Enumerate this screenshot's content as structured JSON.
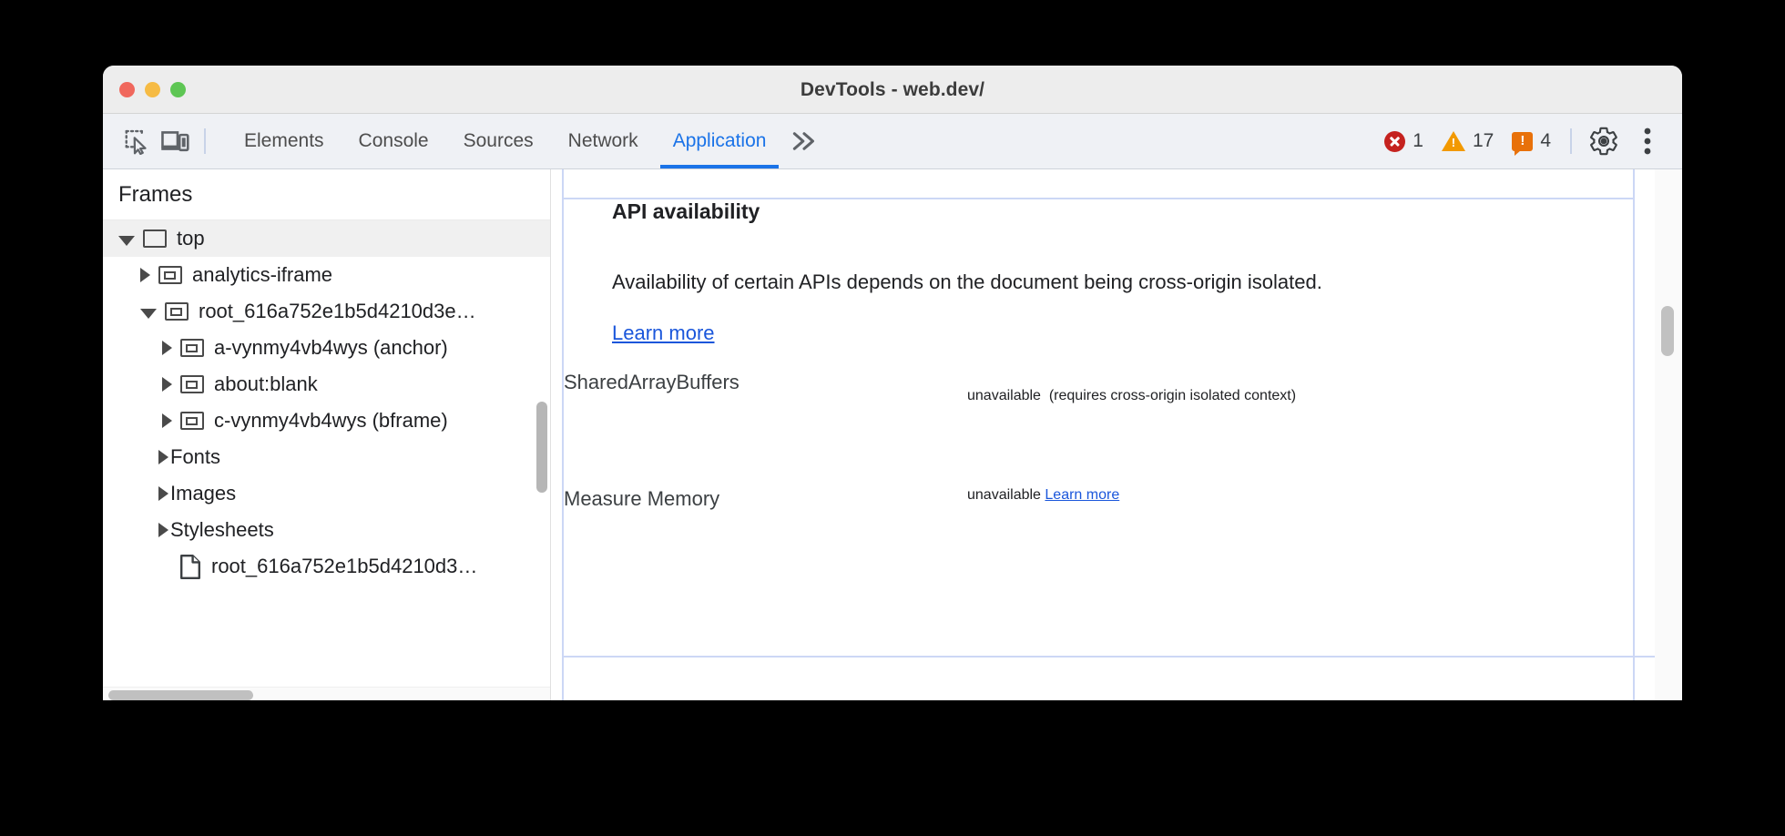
{
  "window": {
    "title": "DevTools - web.dev/",
    "traffic_lights": [
      "close",
      "minimize",
      "zoom"
    ]
  },
  "toolbar": {
    "inspect_icon": "inspect-element-icon",
    "device_icon": "device-toolbar-icon",
    "tabs": [
      {
        "label": "Elements",
        "active": false
      },
      {
        "label": "Console",
        "active": false
      },
      {
        "label": "Sources",
        "active": false
      },
      {
        "label": "Network",
        "active": false
      },
      {
        "label": "Application",
        "active": true
      }
    ],
    "more_tabs_label": "»",
    "counters": {
      "errors": "1",
      "warnings": "17",
      "issues": "4"
    },
    "settings_icon": "gear-icon",
    "menu_icon": "more-vertical-icon",
    "accent_color": "#1a73e8",
    "error_color": "#c5221f",
    "warning_color": "#f29900",
    "issue_color": "#e8710a"
  },
  "sidebar": {
    "header": "Frames",
    "tree": [
      {
        "label": "top",
        "depth": 0,
        "twisty": "open",
        "icon": "frame-top-icon",
        "selected": true
      },
      {
        "label": "analytics-iframe",
        "depth": 1,
        "twisty": "closed",
        "icon": "frame-icon",
        "selected": false
      },
      {
        "label": "root_616a752e1b5d4210d3e…",
        "depth": 1,
        "twisty": "open",
        "icon": "frame-icon",
        "selected": false
      },
      {
        "label": "a-vynmy4vb4wys (anchor)",
        "depth": 2,
        "twisty": "closed",
        "icon": "frame-icon",
        "selected": false
      },
      {
        "label": "about:blank",
        "depth": 2,
        "twisty": "closed",
        "icon": "frame-icon",
        "selected": false
      },
      {
        "label": "c-vynmy4vb4wys (bframe)",
        "depth": 2,
        "twisty": "closed",
        "icon": "frame-icon",
        "selected": false
      },
      {
        "label": "Fonts",
        "depth": 1,
        "twisty": "closed",
        "icon": "none",
        "selected": false
      },
      {
        "label": "Images",
        "depth": 1,
        "twisty": "closed",
        "icon": "none",
        "selected": false
      },
      {
        "label": "Stylesheets",
        "depth": 1,
        "twisty": "closed",
        "icon": "none",
        "selected": false
      },
      {
        "label": "root_616a752e1b5d4210d3…",
        "depth": 2,
        "twisty": "none",
        "icon": "document-icon",
        "selected": false
      }
    ]
  },
  "main": {
    "section_title": "API availability",
    "paragraph_part1": "Availability of certain APIs depends on the document being cross-origin isolated. ",
    "paragraph_link": "Learn more",
    "rows": [
      {
        "key": "SharedArrayBuffers",
        "value": "unavailable",
        "note": "(requires cross-origin isolated context)",
        "link": ""
      },
      {
        "key": "Measure Memory",
        "value": "unavailable",
        "note": "",
        "link": "Learn more"
      }
    ]
  }
}
